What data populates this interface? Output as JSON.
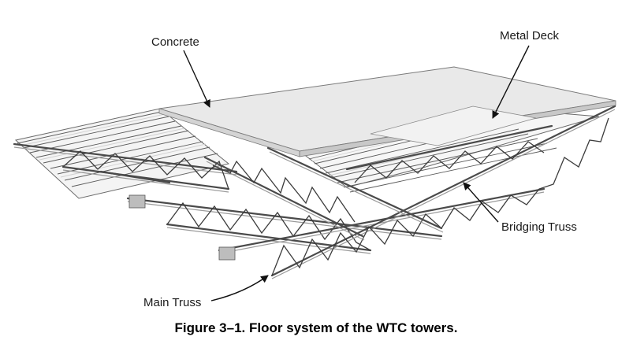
{
  "labels": {
    "concrete": "Concrete",
    "metal_deck": "Metal Deck",
    "bridging_truss": "Bridging Truss",
    "main_truss": "Main Truss"
  },
  "caption": "Figure 3–1.  Floor system of the WTC towers."
}
